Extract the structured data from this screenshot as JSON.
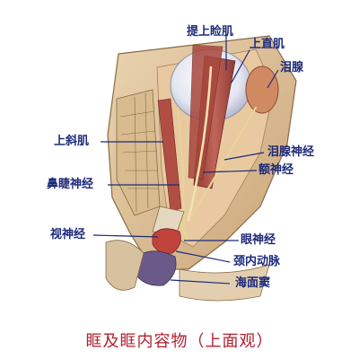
{
  "labels": {
    "levator_palpebrae": "提上睑肌",
    "superior_rectus": "上直肌",
    "lacrimal_gland": "泪腺",
    "superior_oblique": "上斜肌",
    "lacrimal_nerve": "泪腺神经",
    "frontal_nerve": "额神经",
    "nasociliary_nerve": "鼻睫神经",
    "optic_nerve": "视神经",
    "oculomotor_nerve": "眼神经",
    "internal_carotid": "颈内动脉",
    "cavernous_sinus": "海面窦"
  },
  "caption": "眶及眶内容物（上面观）",
  "colors": {
    "label_text": "#1d2a7a",
    "leader_line": "#1d2a7a",
    "caption_text": "#b02030",
    "muscle": "#b5524a",
    "nerve": "#e6d59a",
    "bone": "#e2c9a2"
  }
}
